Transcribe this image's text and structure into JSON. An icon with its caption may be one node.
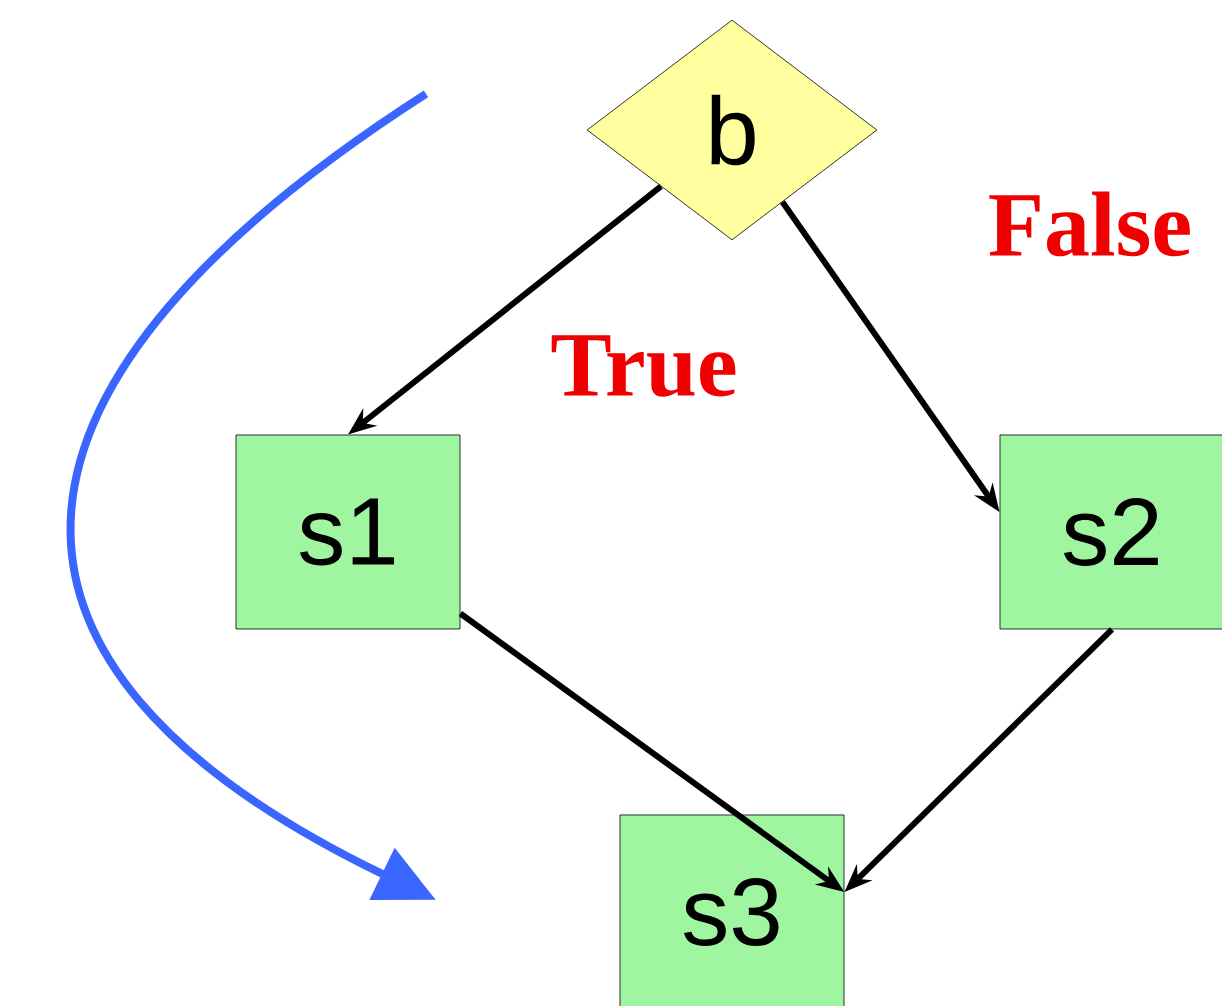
{
  "diagram": {
    "nodes": [
      {
        "text": [
          "b"
        ]
      },
      {
        "text": [
          "s1"
        ]
      },
      {
        "text": [
          "s2"
        ]
      },
      {
        "text": [
          "s3"
        ]
      }
    ],
    "edges": [
      {
        "from": 0,
        "to": 1,
        "arrow": "to",
        "label": "True"
      },
      {
        "from": 0,
        "to": 2,
        "arrow": "to",
        "label": "False"
      },
      {
        "from": 1,
        "to": 3,
        "arrow": "to"
      },
      {
        "from": 2,
        "to": 3,
        "arrow": "to"
      }
    ]
  }
}
